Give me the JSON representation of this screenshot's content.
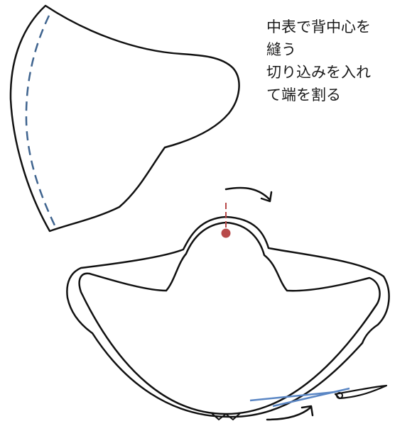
{
  "instructions": {
    "lines": [
      "中表で背中心を",
      "縫う",
      "切り込みを入れ",
      "て端を割る"
    ]
  },
  "colors": {
    "outline": "#111111",
    "stitch_line": "#3f648f",
    "pin": "#b84a4a",
    "seam_guide": "#5a86c4",
    "arrow": "#111111"
  }
}
